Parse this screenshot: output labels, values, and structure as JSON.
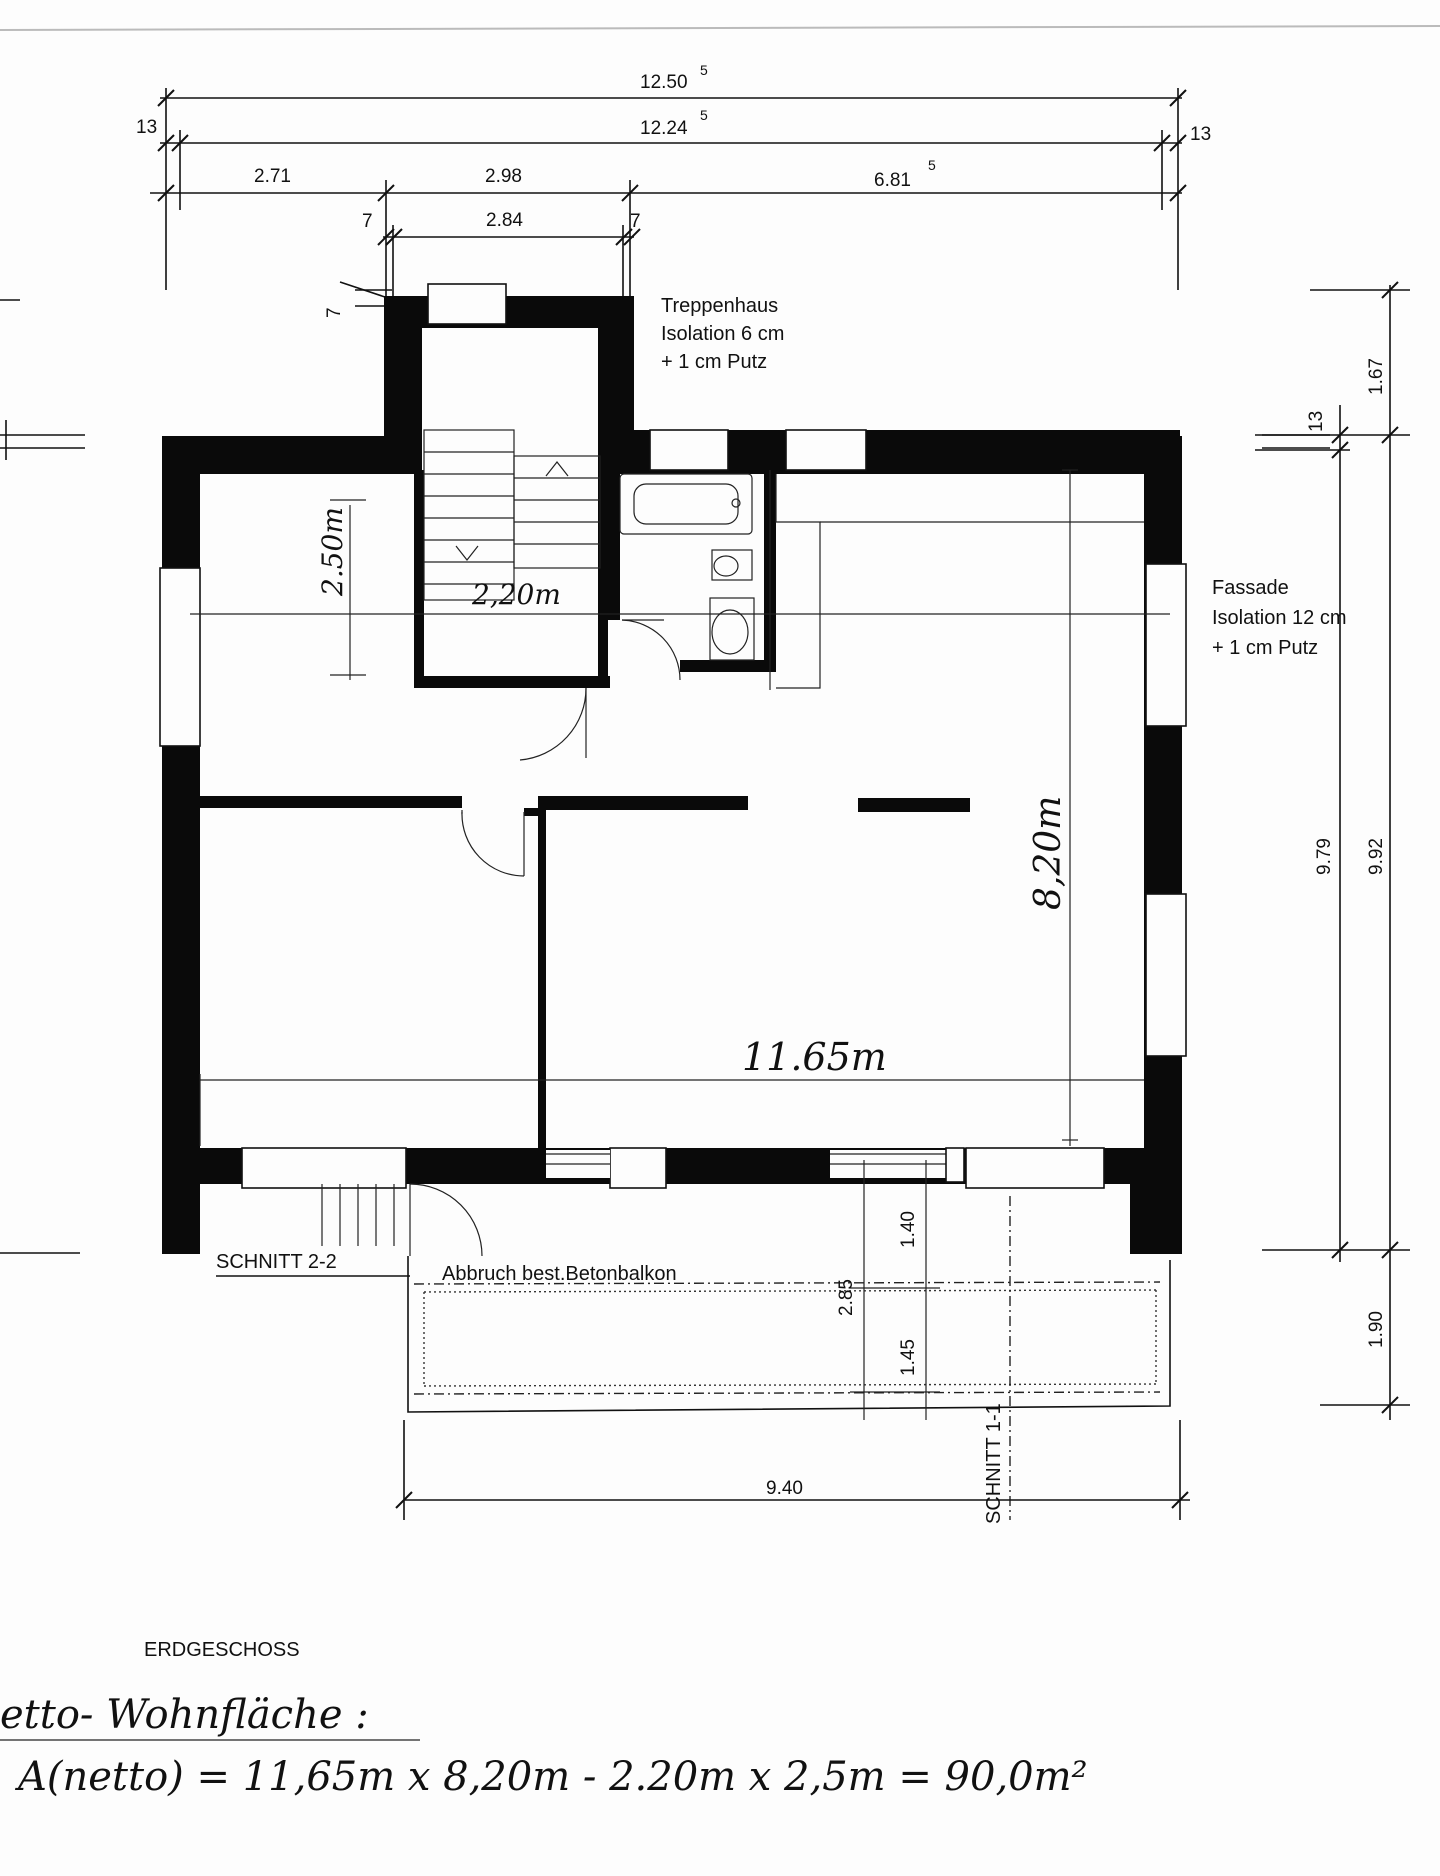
{
  "dimensions": {
    "overall_outer": {
      "text": "12.50",
      "sup": "5"
    },
    "overall_inner": {
      "text": "12.24",
      "sup": "5"
    },
    "edge_left": "13",
    "edge_right": "13",
    "seg_a": "2.71",
    "seg_b": "2.98",
    "seg_c": {
      "text": "6.81",
      "sup": "5"
    },
    "stair_wall_left": "7",
    "stair_inner": "2.84",
    "stair_wall_right": "7",
    "stair_top_wall": "7",
    "right_upper": "1.67",
    "right_small": "13",
    "right_inner": "9.79",
    "right_outer": "9.92",
    "right_lower": "1.90",
    "balcony_a": "1.40",
    "balcony_total": "2.85",
    "balcony_b": "1.45",
    "balcony_width": "9.40"
  },
  "notes": {
    "stair_line1": "Treppenhaus",
    "stair_line2": "Isolation 6 cm",
    "stair_line3": "+ 1 cm Putz",
    "facade_line1": "Fassade",
    "facade_line2": "Isolation 12 cm",
    "facade_line3": "+ 1 cm Putz",
    "section_22": "SCHNITT 2-2",
    "demolition": "Abbruch best.Betonbalkon",
    "section_11": "SCHNITT 1-1",
    "floor_name": "ERDGESCHOSS"
  },
  "handwritten": {
    "stair_height": "2.50m",
    "stair_width": "2,20m",
    "room_depth": "8,20m",
    "room_length": "11.65m",
    "area_label": "etto- Wohnfläche :",
    "area_formula": "A(netto) = 11,65m x 8,20m - 2.20m x 2,5m = 90,0m²"
  }
}
